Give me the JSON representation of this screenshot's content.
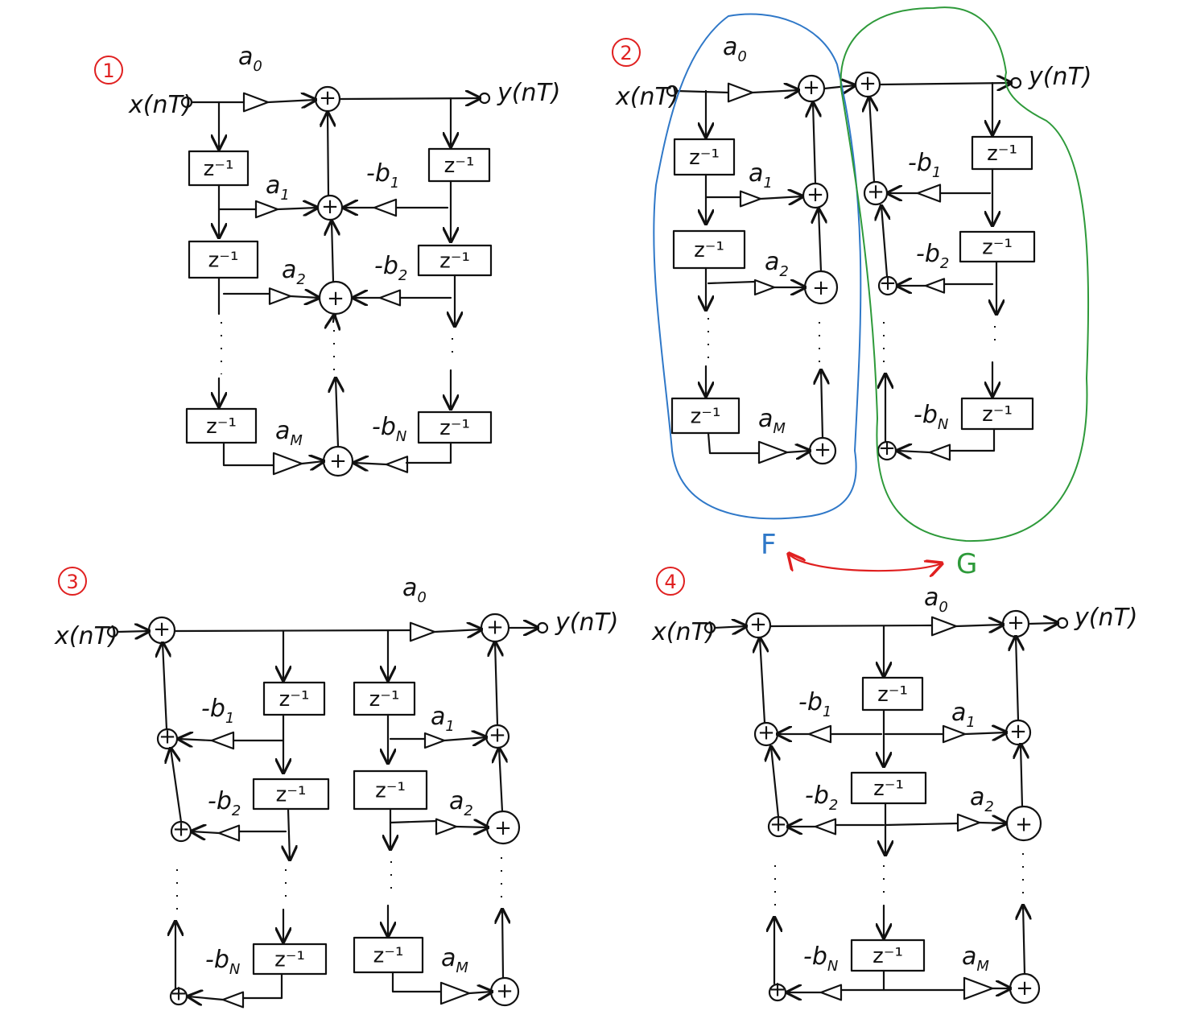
{
  "diagram": {
    "panels": [
      {
        "number": "1",
        "type": "direct form I"
      },
      {
        "number": "2",
        "type": "direct form I split into F and G"
      },
      {
        "number": "3",
        "type": "direct form II, swapped F and G"
      },
      {
        "number": "4",
        "type": "direct form II, shared delay line"
      }
    ],
    "labels": {
      "input": "x(nT)",
      "output": "y(nT)",
      "delay": "z⁻¹",
      "a0": {
        "text": "a",
        "sub": "0"
      },
      "a1": {
        "text": "a",
        "sub": "1"
      },
      "a2": {
        "text": "a",
        "sub": "2"
      },
      "aM": {
        "text": "a",
        "sub": "M"
      },
      "b1": {
        "text": "-b",
        "sub": "1"
      },
      "b2": {
        "text": "-b",
        "sub": "2"
      },
      "bN": {
        "text": "-b",
        "sub": "N"
      },
      "adder": "+",
      "F": "F",
      "G": "G"
    },
    "colors": {
      "ink": "#111111",
      "number": "#e02020",
      "F": "#2f78c8",
      "G": "#2e9a3a",
      "swap_arrow": "#e02020"
    }
  }
}
